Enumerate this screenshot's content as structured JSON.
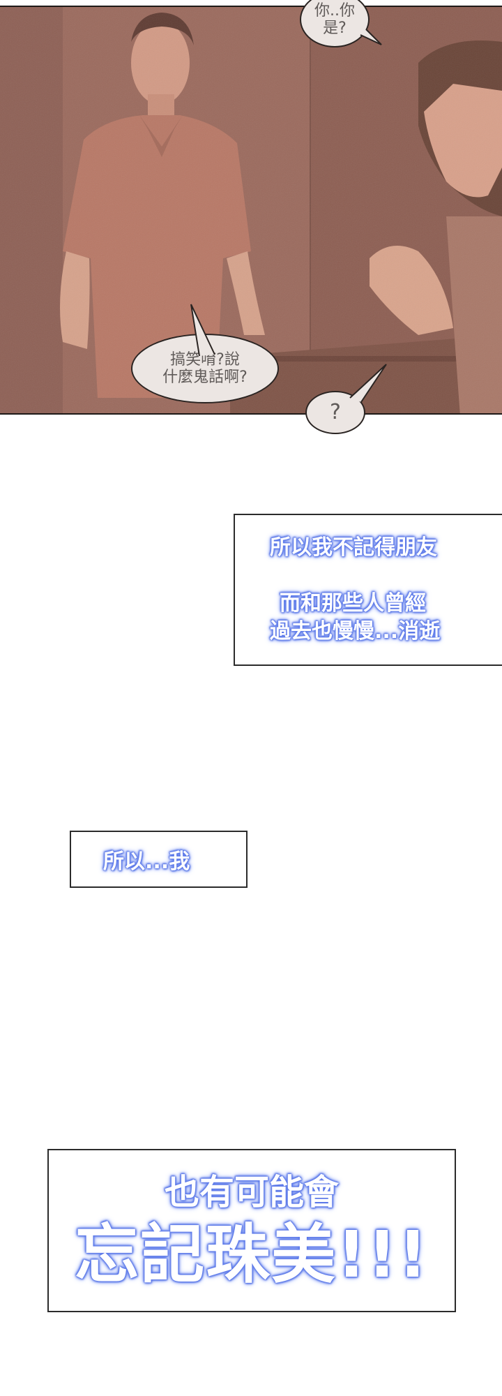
{
  "panel": {
    "description": "Comic panel: two young men in a dim reddish room",
    "colors": {
      "background": "#9a6a5c",
      "skin": "#d9a08a",
      "shirt": "#b87a66",
      "border": "#1e1a18"
    },
    "bubbles": [
      {
        "id": "bubble-who",
        "lines": [
          "你..你",
          "是?"
        ]
      },
      {
        "id": "bubble-joke",
        "lines": [
          "搞笑唷?說",
          "什麼鬼話啊?"
        ]
      },
      {
        "id": "bubble-question",
        "lines": [
          "?"
        ]
      }
    ]
  },
  "captions": [
    {
      "id": "caption-1",
      "lines": [
        "所以我不記得朋友",
        "",
        "而和那些人曾經",
        "過去也慢慢...消逝"
      ]
    },
    {
      "id": "caption-2",
      "lines": [
        "所以...我"
      ]
    },
    {
      "id": "caption-3",
      "lines": [
        "也有可能會",
        "忘記珠美!!!"
      ]
    }
  ],
  "glow_color": "#5b78e8"
}
